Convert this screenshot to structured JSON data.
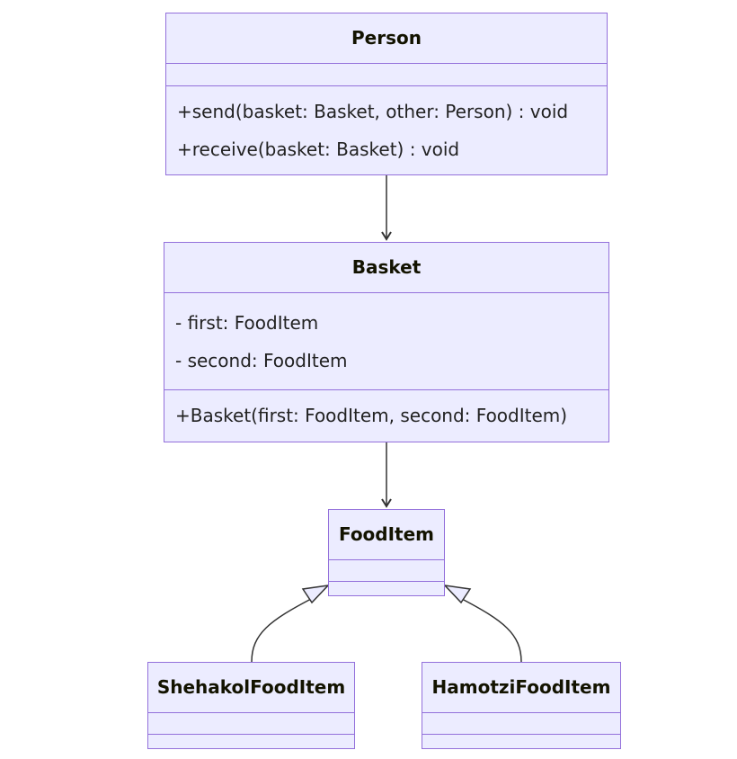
{
  "colors": {
    "fill": "#ececff",
    "border": "#9370db",
    "edge": "#333333"
  },
  "classes": {
    "person": {
      "name": "Person",
      "attributes": [],
      "methods": [
        "+send(basket: Basket, other: Person) : void",
        "+receive(basket: Basket) : void"
      ]
    },
    "basket": {
      "name": "Basket",
      "attributes": [
        "- first: FoodItem",
        "- second: FoodItem"
      ],
      "methods": [
        "+Basket(first: FoodItem, second: FoodItem)"
      ]
    },
    "fooditem": {
      "name": "FoodItem",
      "attributes": [],
      "methods": []
    },
    "shehakol": {
      "name": "ShehakolFoodItem",
      "attributes": [],
      "methods": []
    },
    "hamotzi": {
      "name": "HamotziFoodItem",
      "attributes": [],
      "methods": []
    }
  },
  "relations": [
    {
      "from": "Person",
      "to": "Basket",
      "type": "association"
    },
    {
      "from": "Basket",
      "to": "FoodItem",
      "type": "association"
    },
    {
      "from": "ShehakolFoodItem",
      "to": "FoodItem",
      "type": "inheritance"
    },
    {
      "from": "HamotziFoodItem",
      "to": "FoodItem",
      "type": "inheritance"
    }
  ]
}
